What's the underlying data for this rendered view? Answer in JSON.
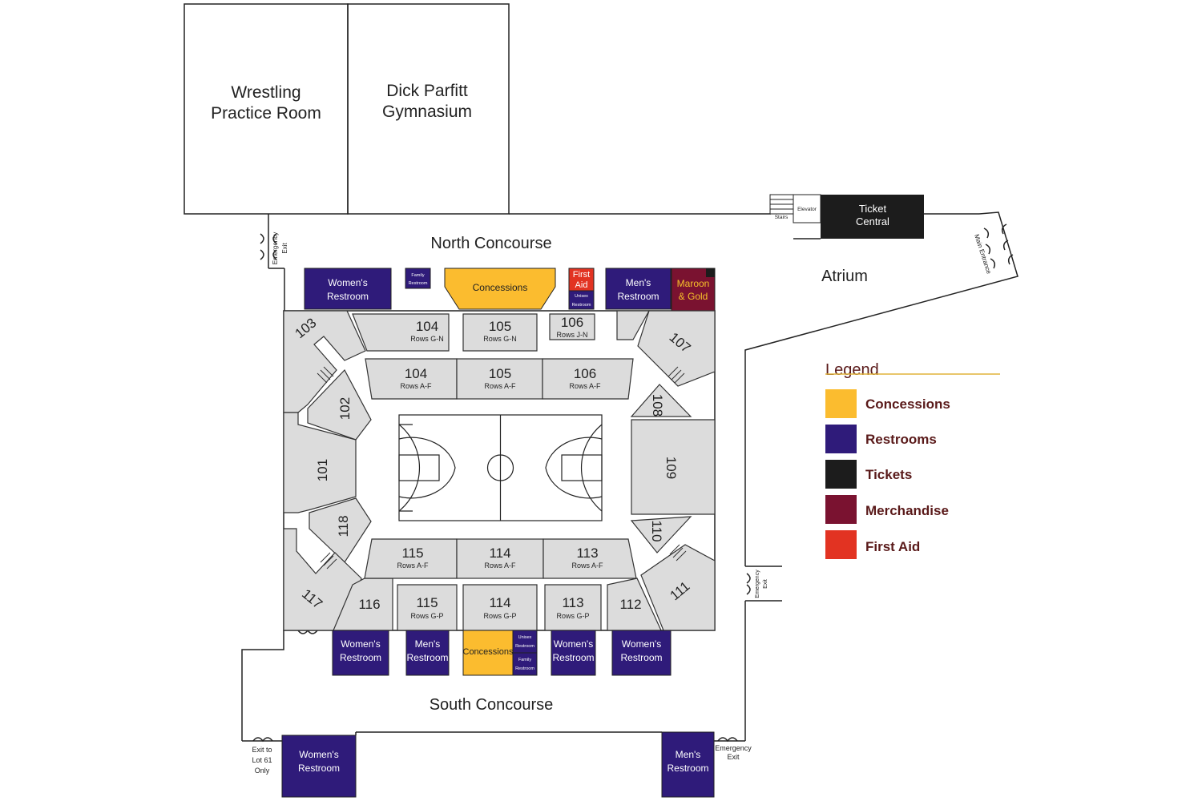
{
  "colors": {
    "concessions": "#fbbc2f",
    "restrooms": "#2f1b7a",
    "tickets": "#1c1c1c",
    "merchandise": "#7a1230",
    "first_aid": "#e23322",
    "seating": "#dcdcdc"
  },
  "areas": {
    "wrestling": [
      "Wrestling",
      "Practice Room"
    ],
    "gym": [
      "Dick Parfitt",
      "Gymnasium"
    ],
    "north_concourse": "North Concourse",
    "south_concourse": "South Concourse",
    "atrium": "Atrium",
    "ticket_central": [
      "Ticket",
      "Central"
    ],
    "elevator": "Elevator",
    "stairs": "Stairs",
    "main_entrance": "Main Entrance",
    "emergency_exit": [
      "Emergency",
      "Exit"
    ],
    "exit_lot": [
      "Exit to",
      "Lot 61",
      "Only"
    ]
  },
  "facilities": {
    "womens": [
      "Women's",
      "Restroom"
    ],
    "mens": [
      "Men's",
      "Restroom"
    ],
    "family": [
      "Family",
      "Restroom"
    ],
    "unisex": [
      "Unisex",
      "Restroom"
    ],
    "concessions": "Concessions",
    "first_aid": [
      "First",
      "Aid"
    ],
    "maroon_gold": [
      "Maroon",
      "& Gold"
    ]
  },
  "sections": {
    "s101": "101",
    "s102": "102",
    "s103": "103",
    "s104u": "104",
    "s104u_rows": "Rows G-N",
    "s105u": "105",
    "s105u_rows": "Rows G-N",
    "s106u": "106",
    "s106u_rows": "Rows J-N",
    "s104l": "104",
    "s104l_rows": "Rows A-F",
    "s105l": "105",
    "s105l_rows": "Rows A-F",
    "s106l": "106",
    "s106l_rows": "Rows A-F",
    "s107": "107",
    "s108": "108",
    "s109": "109",
    "s110": "110",
    "s111": "111",
    "s112": "112",
    "s113l": "113",
    "s113l_rows": "Rows A-F",
    "s114l": "114",
    "s114l_rows": "Rows A-F",
    "s115l": "115",
    "s115l_rows": "Rows A-F",
    "s113u": "113",
    "s113u_rows": "Rows G-P",
    "s114u": "114",
    "s114u_rows": "Rows G-P",
    "s115u": "115",
    "s115u_rows": "Rows G-P",
    "s116": "116",
    "s117": "117",
    "s118": "118"
  },
  "legend": {
    "title": "Legend",
    "items": [
      "Concessions",
      "Restrooms",
      "Tickets",
      "Merchandise",
      "First Aid"
    ]
  }
}
